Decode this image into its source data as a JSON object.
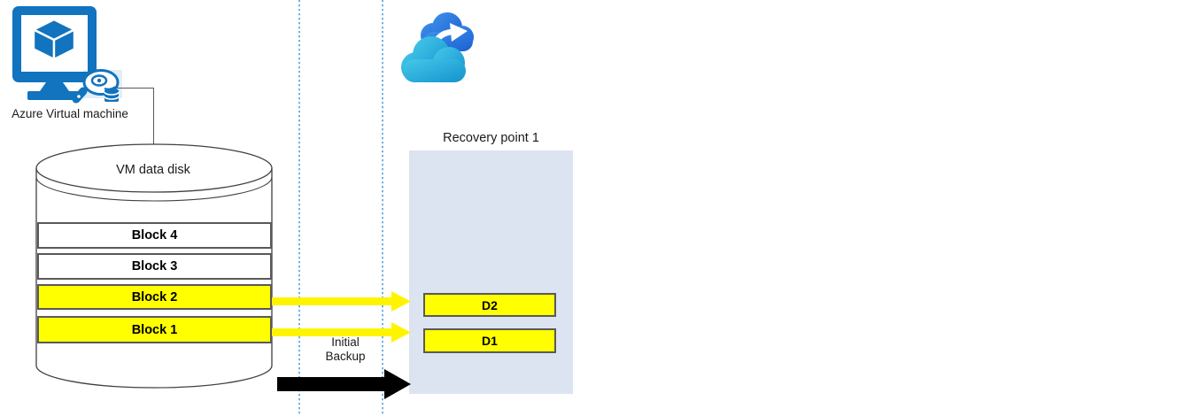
{
  "diagram": {
    "vm": {
      "label": "Azure Virtual machine",
      "icon": "azure-vm-icon"
    },
    "disk": {
      "title": "VM data disk",
      "blocks": [
        {
          "label": "Block 4",
          "highlighted": false
        },
        {
          "label": "Block 3",
          "highlighted": false
        },
        {
          "label": "Block 2",
          "highlighted": true
        },
        {
          "label": "Block 1",
          "highlighted": true
        }
      ]
    },
    "backup": {
      "label_line1": "Initial",
      "label_line2": "Backup"
    },
    "cloud": {
      "icon": "azure-backup-cloud-icon"
    },
    "recovery_point": {
      "title": "Recovery point 1",
      "items": [
        {
          "label": "D2"
        },
        {
          "label": "D1"
        }
      ]
    },
    "colors": {
      "azure_blue": "#1273be",
      "highlight_yellow": "#ffff00",
      "recovery_panel_fill": "#dce3f1",
      "dashed_line_blue": "#74b2e2",
      "arrow_black": "#000000",
      "border_gray": "#595959",
      "cloud_front_cyan": "#2ab4dd",
      "cloud_back_blue": "#2b79dd"
    }
  }
}
